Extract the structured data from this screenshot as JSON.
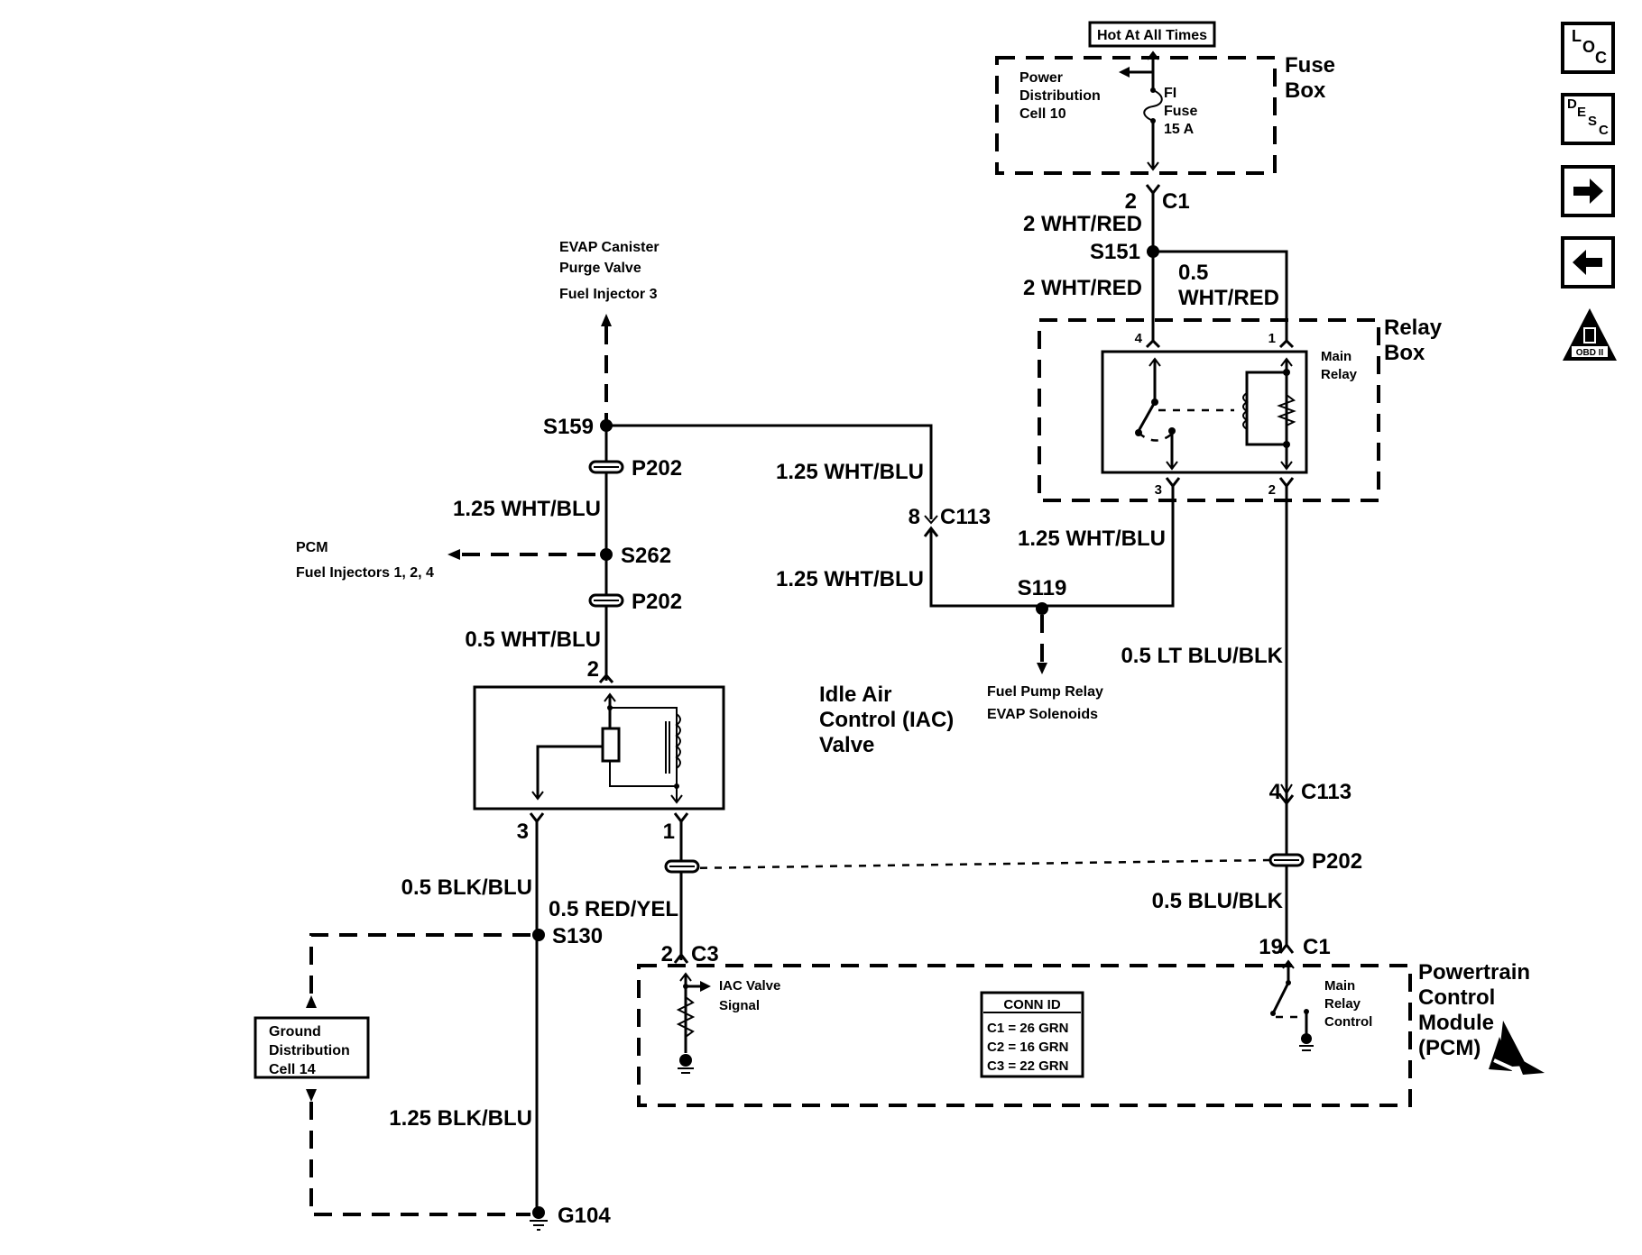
{
  "fuse_box": {
    "hot_label": "Hot At All Times",
    "title_line1": "Fuse",
    "title_line2": "Box",
    "power_dist_line1": "Power",
    "power_dist_line2": "Distribution",
    "power_dist_line3": "Cell 10",
    "fuse_line1": "FI",
    "fuse_line2": "Fuse",
    "fuse_line3": "15 A",
    "conn_pin": "2",
    "conn_id": "C1"
  },
  "relay_box": {
    "title_line1": "Relay",
    "title_line2": "Box",
    "relay_line1": "Main",
    "relay_line2": "Relay",
    "pin4": "4",
    "pin1": "1",
    "pin3": "3",
    "pin2": "2"
  },
  "wires": {
    "w_2whtred_a": "2 WHT/RED",
    "s151": "S151",
    "w_2whtred_b": "2 WHT/RED",
    "w_05_line1": "0.5",
    "w_05_line2": "WHT/RED",
    "w_125_c113_top": "1.25 WHT/BLU",
    "c113_pin8": "8",
    "c113_a": "C113",
    "w_125_relay3": "1.25 WHT/BLU",
    "w_125_c113_bot": "1.25 WHT/BLU",
    "s119": "S119",
    "w_ltblublk": "0.5 LT BLU/BLK",
    "c113_pin4": "4",
    "c113_b": "C113",
    "p202_right": "P202",
    "w_blublk": "0.5 BLU/BLK",
    "pcm_pin19": "19",
    "pcm_c1": "C1",
    "s159": "S159",
    "p202_a": "P202",
    "w_125_left": "1.25 WHT/BLU",
    "s262": "S262",
    "p202_b": "P202",
    "w_05_left": "0.5 WHT/BLU",
    "iac_pin2": "2",
    "iac_pin3": "3",
    "iac_pin1": "1",
    "w_blkblu": "0.5 BLK/BLU",
    "w_redyel": "0.5 RED/YEL",
    "s130": "S130",
    "c3_pin": "2",
    "c3": "C3",
    "w_125_blkblu": "1.25 BLK/BLU",
    "g104": "G104"
  },
  "refs": {
    "evap_line1": "EVAP Canister",
    "evap_line2": "Purge Valve",
    "evap_line3": "Fuel Injector 3",
    "pcm_inj_line1": "PCM",
    "pcm_inj_line2": "Fuel Injectors 1, 2, 4",
    "fpr_line1": "Fuel Pump Relay",
    "fpr_line2": "EVAP Solenoids",
    "gnd_line1": "Ground",
    "gnd_line2": "Distribution",
    "gnd_line3": "Cell 14"
  },
  "iac": {
    "line1": "Idle Air",
    "line2": "Control (IAC)",
    "line3": "Valve"
  },
  "pcm": {
    "title_line1": "Powertrain",
    "title_line2": "Control",
    "title_line3": "Module",
    "title_line4": "(PCM)",
    "iac_signal_line1": "IAC Valve",
    "iac_signal_line2": "Signal",
    "mrc_line1": "Main",
    "mrc_line2": "Relay",
    "mrc_line3": "Control",
    "conn_id_title": "CONN ID",
    "conn_rows": [
      "C1 = 26 GRN",
      "C2 = 16 GRN",
      "C3 = 22 GRN"
    ]
  },
  "nav": {
    "loc": [
      "L",
      "O",
      "C"
    ],
    "desc": [
      "D",
      "E",
      "S",
      "C"
    ],
    "obd": "OBD II",
    "icons": [
      "loc-icon",
      "desc-icon",
      "next-arrow-icon",
      "prev-arrow-icon",
      "obd-ii-icon"
    ]
  }
}
